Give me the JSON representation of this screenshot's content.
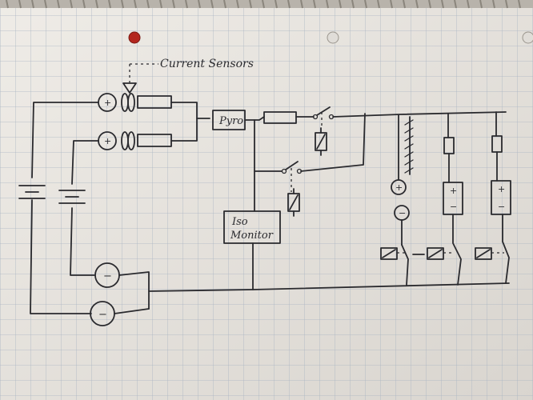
{
  "annotation": {
    "current_sensors": "Current Sensors"
  },
  "components": {
    "pyro": "Pyro",
    "iso_monitor_line1": "Iso",
    "iso_monitor_line2": "Monitor"
  },
  "symbols": {
    "plus": "+",
    "minus": "−"
  },
  "colors": {
    "paper": "#e6e3de",
    "grid": "#a9b4c2",
    "ink": "#2a2a2e",
    "ring_red": "#b3261e"
  }
}
